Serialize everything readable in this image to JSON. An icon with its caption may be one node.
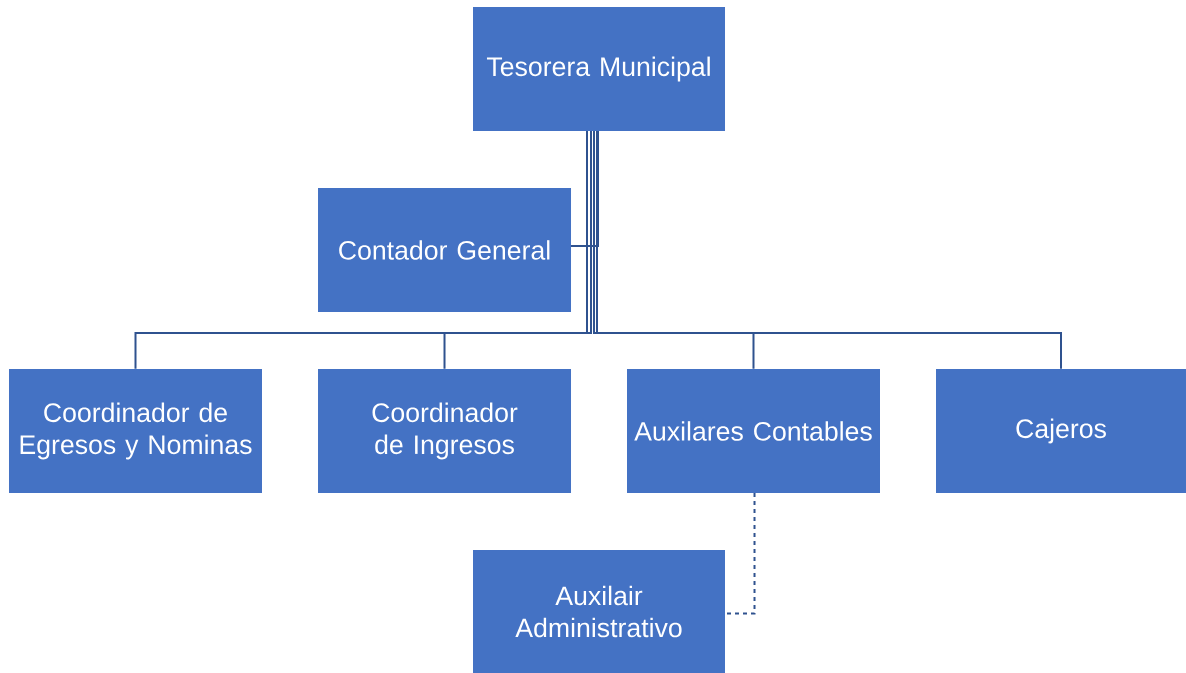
{
  "diagram": {
    "nodes": [
      {
        "text": [
          "Tesorera Municipal"
        ]
      },
      {
        "text": [
          "Contador General"
        ]
      },
      {
        "text": [
          "Coordinador de Egresos y Nominas"
        ]
      },
      {
        "text": [
          "Coordinador de Ingresos"
        ]
      },
      {
        "text": [
          "Auxilares Contables"
        ]
      },
      {
        "text": [
          "Cajeros"
        ]
      },
      {
        "text": [
          "Auxilair Administrativo"
        ]
      }
    ],
    "edges": [
      {
        "from": 0,
        "to": 1,
        "arrow": "none"
      },
      {
        "from": 0,
        "to": 2,
        "arrow": "none"
      },
      {
        "from": 0,
        "to": 3,
        "arrow": "none"
      },
      {
        "from": 0,
        "to": 4,
        "arrow": "none"
      },
      {
        "from": 0,
        "to": 5,
        "arrow": "none"
      },
      {
        "from": 4,
        "to": 6,
        "arrow": "none",
        "style": "dashed"
      }
    ]
  }
}
